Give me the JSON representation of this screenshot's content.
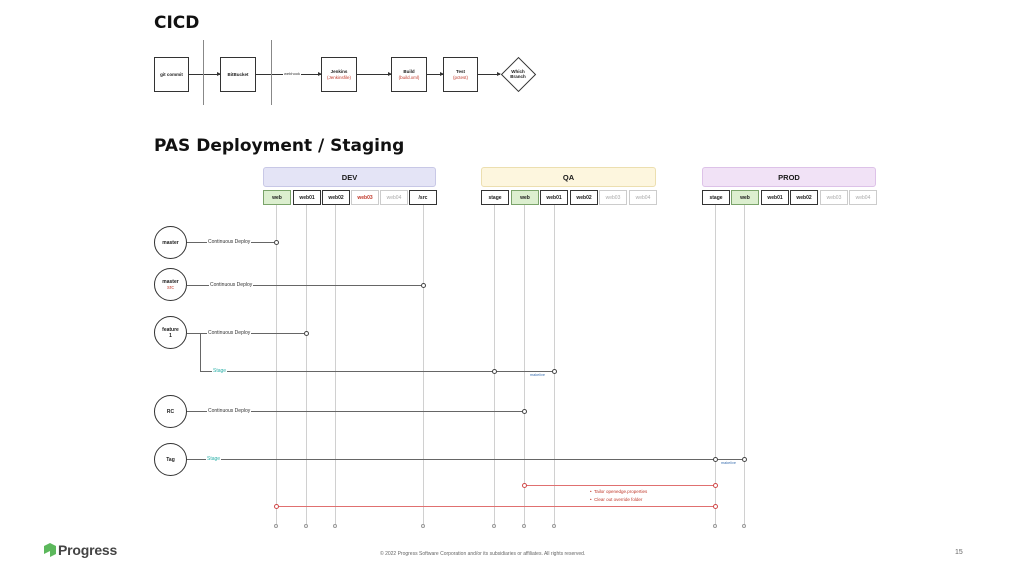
{
  "cicd": {
    "title": "CICD",
    "boxes": {
      "git_commit": "git commit",
      "bitbucket": "BitBucket",
      "jenkins": "Jenkins",
      "jenkins_sub": "(Jenkinsfile)",
      "build": "Build",
      "build_sub": "(build.xml)",
      "test": "Test",
      "test_sub": "(pctest)",
      "decision": "Which\nBranch"
    },
    "webhook_label": "webhook"
  },
  "pas": {
    "title": "PAS Deployment / Staging",
    "envs": {
      "dev": "DEV",
      "qa": "QA",
      "prod": "PROD"
    },
    "dev_cols": [
      "web",
      "web01",
      "web02",
      "web03",
      "web04",
      "/src"
    ],
    "qa_cols": [
      "stage",
      "web",
      "web01",
      "web02",
      "web03",
      "web04"
    ],
    "prod_cols": [
      "stage",
      "web",
      "web01",
      "web02",
      "web03",
      "web04"
    ],
    "branches": {
      "master": "master",
      "master_src": "master",
      "master_src_sub": "src",
      "feature": "feature\n1",
      "rc": "RC",
      "tag": "Tag"
    },
    "labels": {
      "cd1": "Continuous Deploy",
      "cd2": "Continuous Deploy",
      "cd3": "Continuous Deploy",
      "stage1": "Stage",
      "cd4": "Continuous Deploy",
      "stage2": "Stage",
      "makelive1": "makelive",
      "makelive2": "makelive"
    },
    "notes": [
      "Tailor openedge.properties",
      "Clear out override folder"
    ]
  },
  "footer": {
    "logo": "Progress",
    "copyright": "© 2022 Progress Software Corporation and/or its subsidiaries or affiliates. All rights reserved.",
    "page": "15"
  },
  "colors": {
    "web_fill": "#dcefcf",
    "dev_fill": "#e4e4f6",
    "qa_fill": "#fdf6de",
    "prod_fill": "#f1e2f6",
    "stage_label": "#2bb0a8",
    "rollback_line": "#e07070",
    "logo_green": "#5cb85c"
  }
}
